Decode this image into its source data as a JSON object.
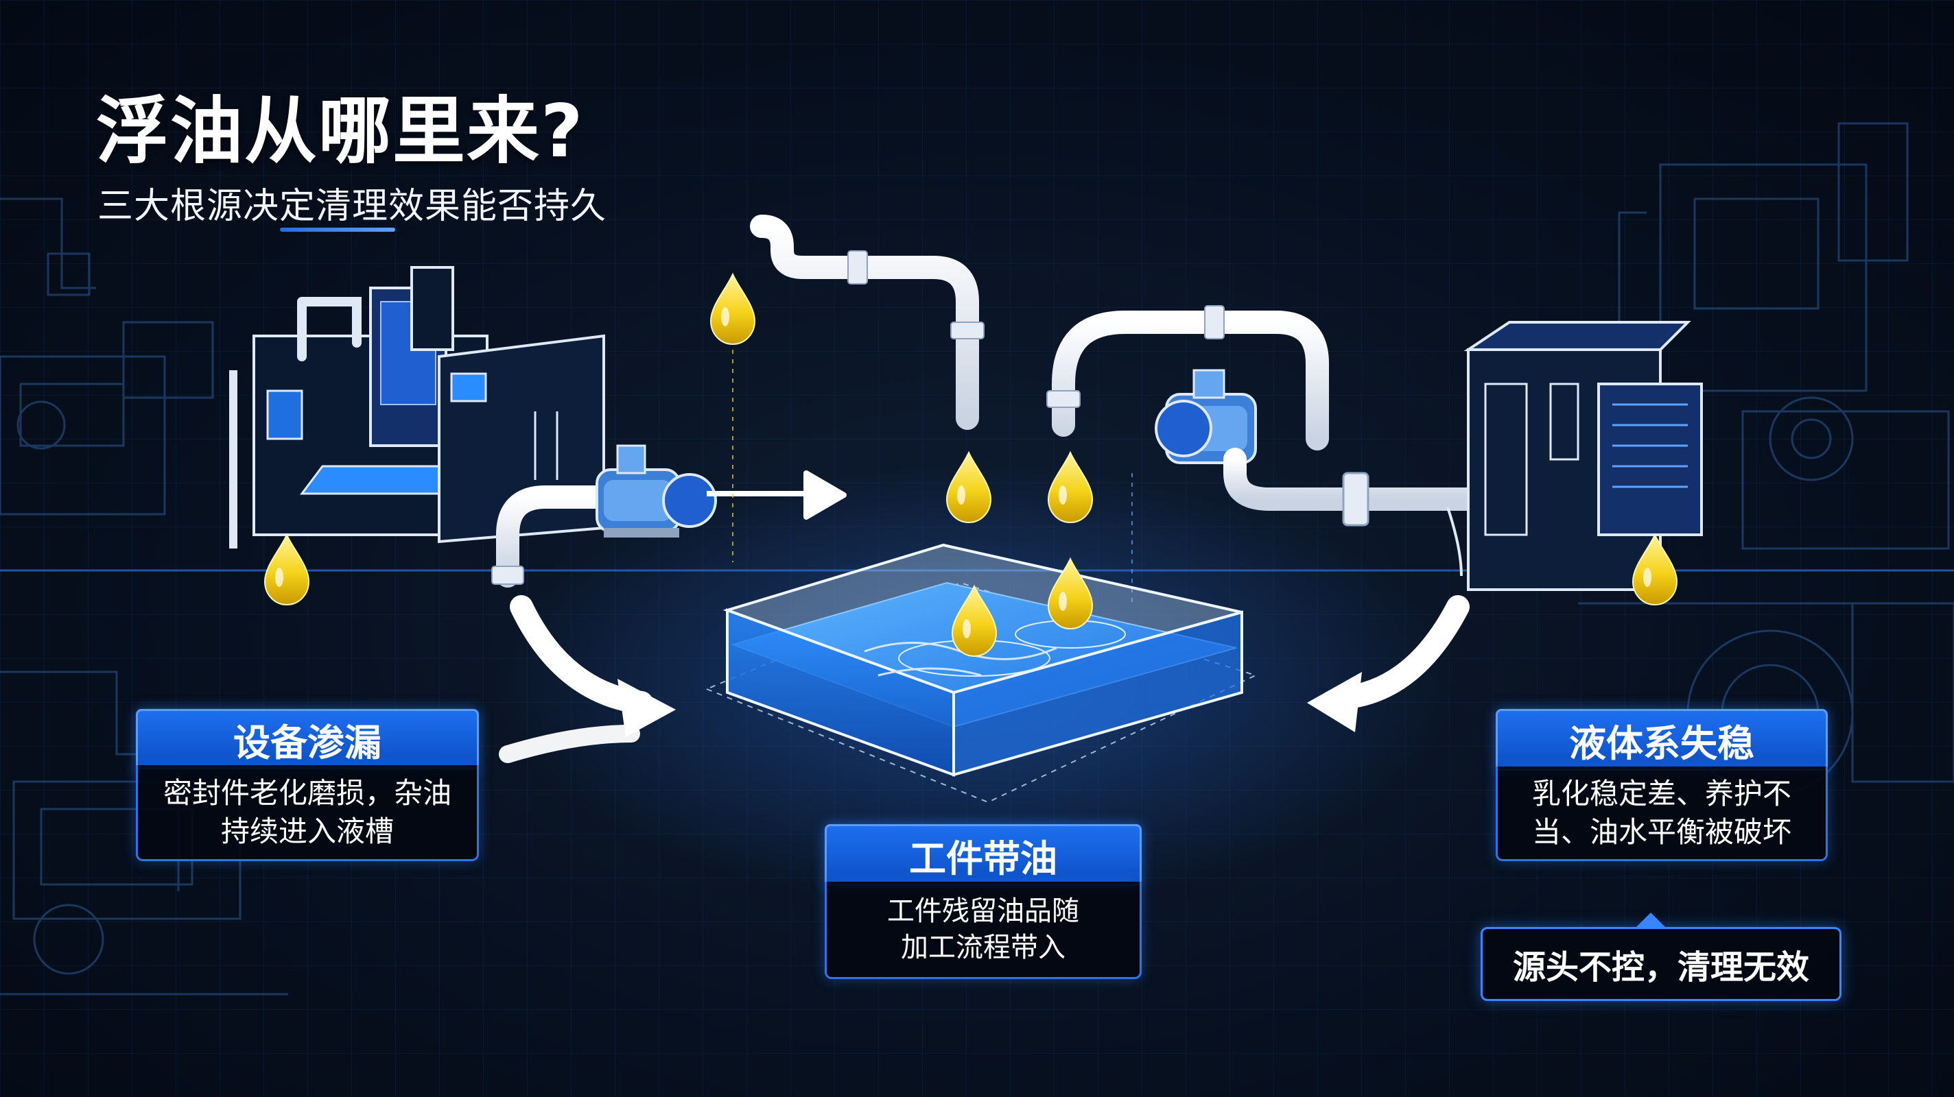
{
  "header": {
    "title": "浮油从哪里来?",
    "subtitle": "三大根源决定清理效果能否持久"
  },
  "sources": [
    {
      "title": "设备渗漏",
      "lines": [
        "密封件老化磨损，杂油",
        "持续进入液槽"
      ]
    },
    {
      "title": "工件带油",
      "lines": [
        "工件残留油品随",
        "加工流程带入"
      ]
    },
    {
      "title": "液体系失稳",
      "lines": [
        "乳化稳定差、养护不",
        "当、油水平衡被破坏"
      ]
    }
  ],
  "callout": {
    "text": "源头不控，清理无效"
  },
  "colors": {
    "background": "#07101f",
    "accent_blue": "#1d6ff0",
    "card_border": "#2f74e6",
    "oil_yellow": "#f5d21a",
    "water_blue": "#2a8cff",
    "pipe_white": "#f2f5fa"
  },
  "icons": [
    "cnc-machine-icon",
    "pump-icon",
    "oil-drop-icon",
    "coolant-tank-icon",
    "flow-arrow-icon",
    "pipe-icon",
    "filter-unit-icon"
  ]
}
